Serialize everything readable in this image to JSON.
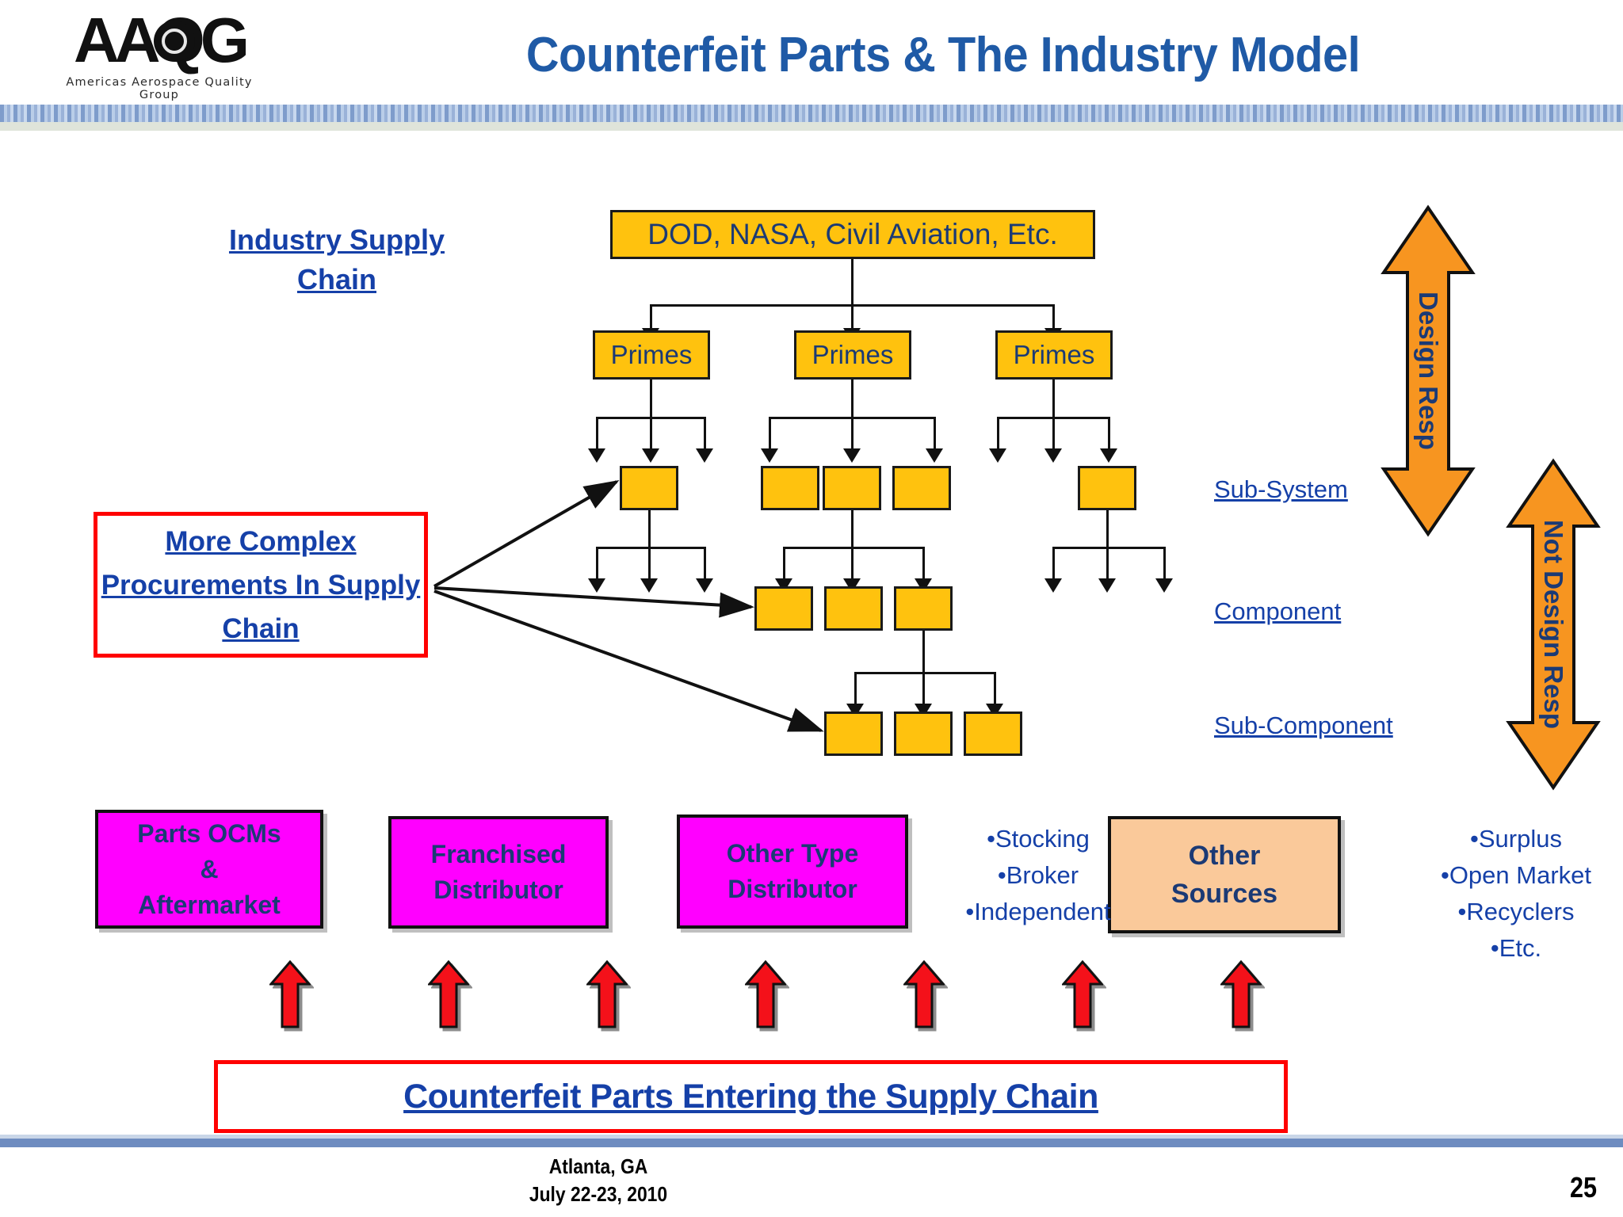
{
  "header": {
    "logo_mark": "AAQG",
    "logo_subtitle": "Americas Aerospace Quality Group",
    "title": "Counterfeit Parts  & The Industry Model"
  },
  "footer": {
    "location_line": "Atlanta, GA",
    "date_line": "July 22-23, 2010",
    "page_number": "25"
  },
  "diagram": {
    "supply_chain_label": "Industry Supply Chain",
    "root_box": "DOD, NASA, Civil Aviation, Etc.",
    "primes": [
      "Primes",
      "Primes",
      "Primes"
    ],
    "callout": "More Complex Procurements In Supply Chain",
    "level_labels": {
      "sub_system": "Sub-System",
      "component": "Component",
      "sub_component": "Sub-Component"
    },
    "responsibility_arrows": [
      {
        "label": "Design Resp"
      },
      {
        "label": "Not Design Resp"
      }
    ]
  },
  "sources": {
    "boxes": [
      {
        "label": "Parts OCMs\n&\nAftermarket",
        "color": "#FF00FF"
      },
      {
        "label": "Franchised\nDistributor",
        "color": "#FF00FF"
      },
      {
        "label": "Other Type\nDistributor",
        "color": "#FF00FF"
      },
      {
        "label": "Other\nSources",
        "color": "#FAC99A"
      }
    ],
    "middle_bullets": [
      "•Stocking",
      "•Broker",
      "•Independent"
    ],
    "right_bullets": [
      "•Surplus",
      "•Open Market",
      "•Recyclers",
      "•Etc."
    ]
  },
  "banner": {
    "text": "Counterfeit Parts Entering the Supply Chain",
    "arrow_count": 7
  },
  "colors": {
    "title_blue": "#1F5AA6",
    "link_blue": "#1540a8",
    "navy_text": "#1b3a75",
    "box_yellow": "#FFC20E",
    "magenta": "#FF00FF",
    "peach": "#FAC99A",
    "orange": "#F79520",
    "red": "#FF0000"
  }
}
